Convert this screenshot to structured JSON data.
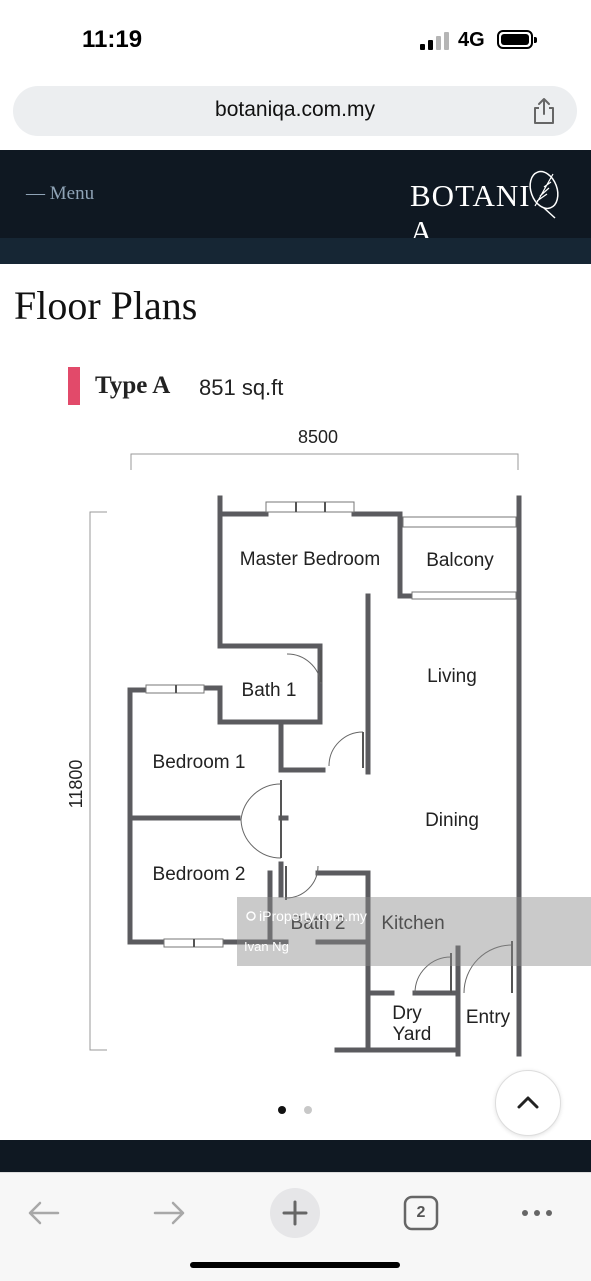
{
  "status_bar": {
    "time": "11:19",
    "network": "4G"
  },
  "browser": {
    "url": "botaniqa.com.my",
    "tab_count": "2"
  },
  "site": {
    "menu_label": "— Menu",
    "logo_text": "BOTANI",
    "logo_suffix": "A"
  },
  "page": {
    "title": "Floor Plans"
  },
  "plan": {
    "type_name": "Type A",
    "area": "851 sq.ft",
    "dim_width": "8500",
    "dim_height": "11800",
    "rooms": {
      "master_bedroom": "Master Bedroom",
      "balcony": "Balcony",
      "bath1": "Bath 1",
      "living": "Living",
      "bedroom1": "Bedroom 1",
      "dining": "Dining",
      "bedroom2": "Bedroom 2",
      "bath2": "Bath 2",
      "kitchen": "Kitchen",
      "dry_yard_line1": "Dry",
      "dry_yard_line2": "Yard",
      "entry": "Entry"
    }
  },
  "watermark": {
    "brand": "iProperty.com.my",
    "agent": "Ivan Ng"
  },
  "carousel": {
    "total": 2,
    "active": 1
  },
  "icons": {
    "share": "share-icon",
    "back": "back-arrow-icon",
    "forward": "forward-arrow-icon",
    "new_tab": "plus-icon",
    "tabs": "tabs-icon",
    "more": "more-icon",
    "scroll_top": "chevron-up-icon"
  },
  "colors": {
    "header_bg": "#0f1822",
    "accent": "#e24a6a",
    "wall": "#5b5b5f"
  }
}
